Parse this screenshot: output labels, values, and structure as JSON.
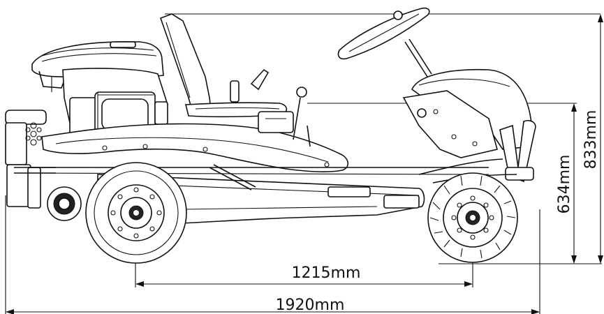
{
  "dimensions": {
    "wheelbase": "1215mm",
    "overall_length": "1920mm",
    "seat_height": "634mm",
    "overall_height": "833mm"
  },
  "colors": {
    "line": "#111111",
    "background": "#ffffff"
  }
}
